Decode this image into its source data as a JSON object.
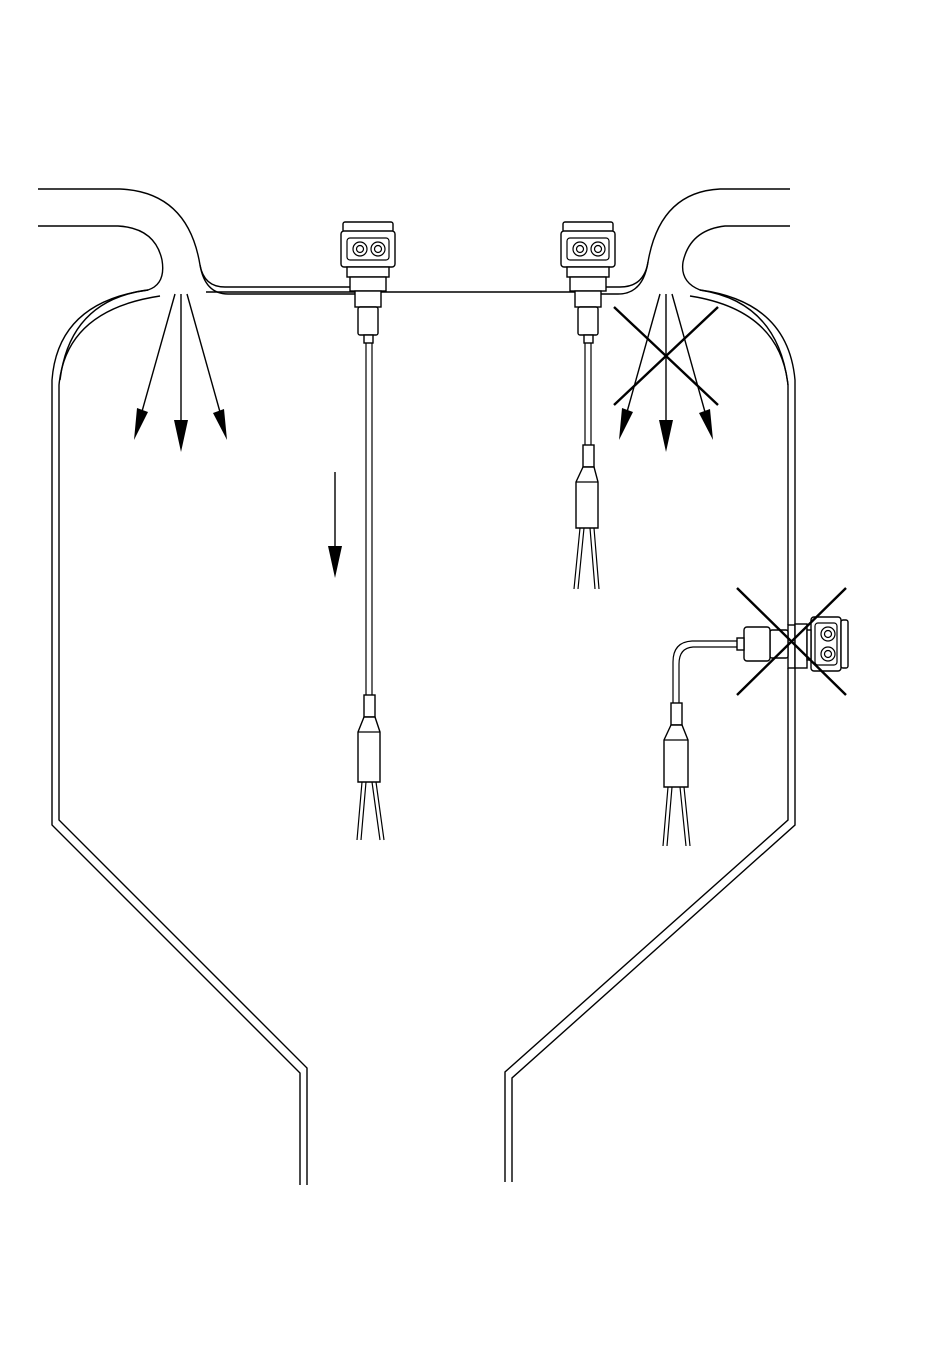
{
  "figure": {
    "description_text": "",
    "colors": {
      "line": "#000000",
      "background": "#ffffff"
    },
    "sensors": [
      {
        "id": "sensor-long-pipe-center",
        "mounting": "top",
        "extension": "long",
        "status": "allowed"
      },
      {
        "id": "sensor-short-pipe-right",
        "mounting": "top",
        "extension": "short",
        "status": "allowed"
      },
      {
        "id": "sensor-side-wall",
        "mounting": "side",
        "extension": "angled",
        "status": "not-allowed"
      }
    ],
    "filling_streams": [
      {
        "id": "inlet-left",
        "status": "allowed"
      },
      {
        "id": "inlet-right",
        "status": "not-allowed"
      }
    ],
    "icons": [
      "arrow-down-icon",
      "cross-out-icon"
    ]
  }
}
